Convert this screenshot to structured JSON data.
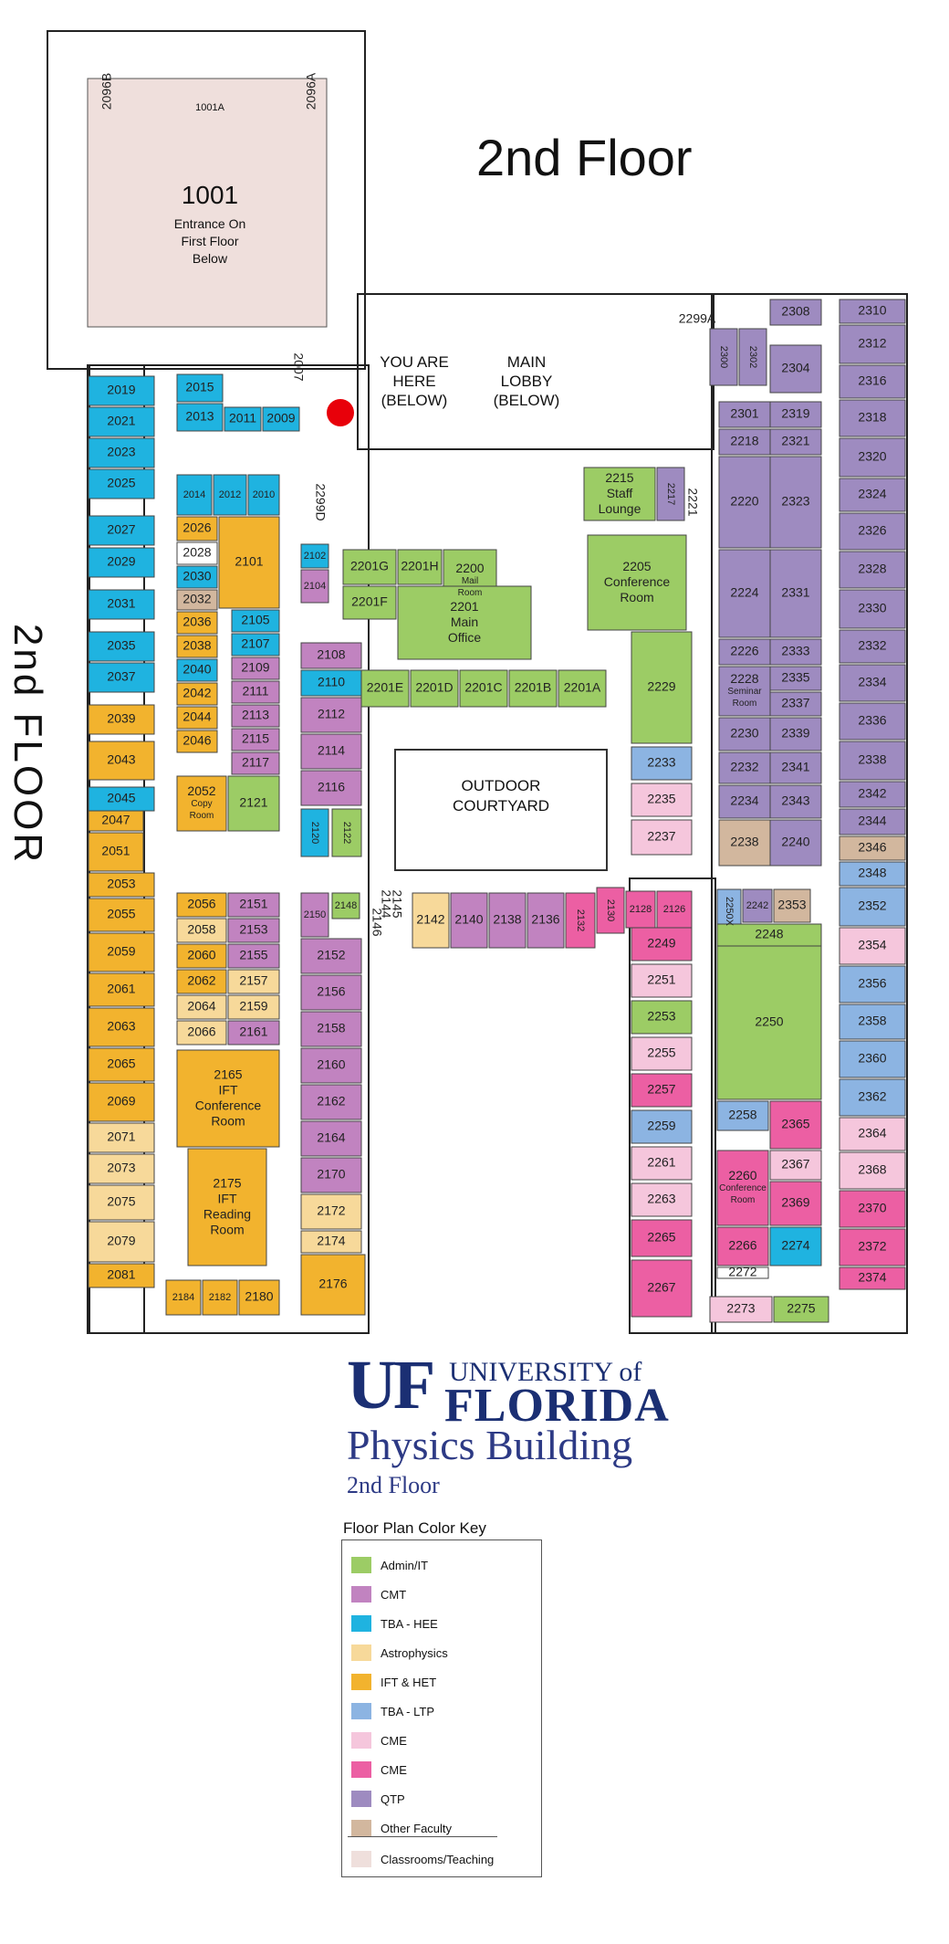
{
  "header": {
    "floor_title": "2nd Floor",
    "side_title": "2nd FLOOR"
  },
  "markers": {
    "you_are_here": "YOU ARE HERE (BELOW)",
    "main_lobby": "MAIN LOBBY (BELOW)"
  },
  "courtyard": {
    "label_line1": "OUTDOOR",
    "label_line2": "COURTYARD"
  },
  "big_room": {
    "number": "1001",
    "note": "Entrance On First Floor Below",
    "sub": "1001A"
  },
  "branding": {
    "uf": "UF",
    "university_of": "UNIVERSITY of",
    "florida": "FLORIDA",
    "building": "Physics Building",
    "floor": "2nd Floor"
  },
  "legend": {
    "title": "Floor Plan Color Key",
    "items": [
      {
        "label": "Admin/IT",
        "color": "#9ccc65"
      },
      {
        "label": "CMT",
        "color": "#c183c0"
      },
      {
        "label": "TBA - HEE",
        "color": "#1fb3e0"
      },
      {
        "label": "Astrophysics",
        "color": "#f7d99a"
      },
      {
        "label": "IFT & HET",
        "color": "#f2b32e"
      },
      {
        "label": "TBA - LTP",
        "color": "#8cb4e2"
      },
      {
        "label": "CME",
        "color": "#f5c6dc"
      },
      {
        "label": "CME",
        "color": "#ec5fa3"
      },
      {
        "label": "QTP",
        "color": "#9e8bc0"
      },
      {
        "label": "Other Faculty",
        "color": "#d2b79e"
      },
      {
        "label": "Classrooms/Teaching",
        "color": "#efdfdc"
      }
    ]
  },
  "rooms": [
    {
      "n": "2019",
      "c": 2
    },
    {
      "n": "2021",
      "c": 2
    },
    {
      "n": "2023",
      "c": 2
    },
    {
      "n": "2025",
      "c": 2
    },
    {
      "n": "2027",
      "c": 2
    },
    {
      "n": "2029",
      "c": 2
    },
    {
      "n": "2031",
      "c": 2
    },
    {
      "n": "2035",
      "c": 2
    },
    {
      "n": "2037",
      "c": 2
    },
    {
      "n": "2039",
      "c": 4
    },
    {
      "n": "2043",
      "c": 4
    },
    {
      "n": "2045",
      "c": 2
    },
    {
      "n": "2047",
      "c": 4
    },
    {
      "n": "2051",
      "c": 4
    },
    {
      "n": "2053",
      "c": 4
    },
    {
      "n": "2055",
      "c": 4
    },
    {
      "n": "2059",
      "c": 4
    },
    {
      "n": "2061",
      "c": 4
    },
    {
      "n": "2063",
      "c": 4
    },
    {
      "n": "2065",
      "c": 4
    },
    {
      "n": "2069",
      "c": 4
    },
    {
      "n": "2071",
      "c": 3
    },
    {
      "n": "2073",
      "c": 3
    },
    {
      "n": "2075",
      "c": 3
    },
    {
      "n": "2079",
      "c": 3
    },
    {
      "n": "2081",
      "c": 4
    },
    {
      "n": "2015",
      "c": 2
    },
    {
      "n": "2013",
      "c": 2
    },
    {
      "n": "2011",
      "c": 2
    },
    {
      "n": "2009",
      "c": 2
    },
    {
      "n": "2014",
      "c": 2
    },
    {
      "n": "2012",
      "c": 2
    },
    {
      "n": "2010",
      "c": 2
    },
    {
      "n": "2026",
      "c": 4
    },
    {
      "n": "2028",
      "c": -1
    },
    {
      "n": "2030",
      "c": 2
    },
    {
      "n": "2032",
      "c": 9
    },
    {
      "n": "2036",
      "c": 4
    },
    {
      "n": "2038",
      "c": 4
    },
    {
      "n": "2040",
      "c": 2
    },
    {
      "n": "2042",
      "c": 4
    },
    {
      "n": "2044",
      "c": 4
    },
    {
      "n": "2046",
      "c": 4
    },
    {
      "n": "2101",
      "c": 4
    },
    {
      "n": "2105",
      "c": 2
    },
    {
      "n": "2107",
      "c": 2
    },
    {
      "n": "2109",
      "c": 1
    },
    {
      "n": "2111",
      "c": 1
    },
    {
      "n": "2113",
      "c": 1
    },
    {
      "n": "2115",
      "c": 1
    },
    {
      "n": "2117",
      "c": 1
    },
    {
      "n": "2121",
      "c": 0
    },
    {
      "n": "2052 Copy Room",
      "c": 4
    },
    {
      "n": "2056",
      "c": 4
    },
    {
      "n": "2058",
      "c": 3
    },
    {
      "n": "2060",
      "c": 4
    },
    {
      "n": "2062",
      "c": 4
    },
    {
      "n": "2064",
      "c": 3
    },
    {
      "n": "2066",
      "c": 3
    },
    {
      "n": "2151",
      "c": 1
    },
    {
      "n": "2153",
      "c": 1
    },
    {
      "n": "2155",
      "c": 1
    },
    {
      "n": "2157",
      "c": 3
    },
    {
      "n": "2159",
      "c": 3
    },
    {
      "n": "2161",
      "c": 1
    },
    {
      "n": "2165 IFT Conference Room",
      "c": 4
    },
    {
      "n": "2175 IFT Reading Room",
      "c": 4
    },
    {
      "n": "2184",
      "c": 4
    },
    {
      "n": "2182",
      "c": 4
    },
    {
      "n": "2180",
      "c": 4
    },
    {
      "n": "2176",
      "c": 4
    },
    {
      "n": "2102",
      "c": 2
    },
    {
      "n": "2104",
      "c": 1
    },
    {
      "n": "2108",
      "c": 1
    },
    {
      "n": "2110",
      "c": 2
    },
    {
      "n": "2112",
      "c": 1
    },
    {
      "n": "2114",
      "c": 1
    },
    {
      "n": "2116",
      "c": 1
    },
    {
      "n": "2120",
      "c": 2
    },
    {
      "n": "2122",
      "c": 0
    },
    {
      "n": "2150",
      "c": 1
    },
    {
      "n": "2148",
      "c": 0
    },
    {
      "n": "2152",
      "c": 1
    },
    {
      "n": "2156",
      "c": 1
    },
    {
      "n": "2158",
      "c": 1
    },
    {
      "n": "2160",
      "c": 1
    },
    {
      "n": "2162",
      "c": 1
    },
    {
      "n": "2164",
      "c": 1
    },
    {
      "n": "2170",
      "c": 1
    },
    {
      "n": "2172",
      "c": 3
    },
    {
      "n": "2174",
      "c": 3
    },
    {
      "n": "2201G",
      "c": 0
    },
    {
      "n": "2201H",
      "c": 0
    },
    {
      "n": "2200 Mail Room",
      "c": 0
    },
    {
      "n": "2201F",
      "c": 0
    },
    {
      "n": "2201 Main Office",
      "c": 0
    },
    {
      "n": "2201E",
      "c": 0
    },
    {
      "n": "2201D",
      "c": 0
    },
    {
      "n": "2201C",
      "c": 0
    },
    {
      "n": "2201B",
      "c": 0
    },
    {
      "n": "2201A",
      "c": 0
    },
    {
      "n": "2215 Staff Lounge",
      "c": 0
    },
    {
      "n": "2217",
      "c": 8
    },
    {
      "n": "2205 Conference Room",
      "c": 0
    },
    {
      "n": "2229",
      "c": 0
    },
    {
      "n": "2233",
      "c": 5
    },
    {
      "n": "2235",
      "c": 6
    },
    {
      "n": "2237",
      "c": 6
    },
    {
      "n": "2142",
      "c": 3
    },
    {
      "n": "2140",
      "c": 1
    },
    {
      "n": "2138",
      "c": 1
    },
    {
      "n": "2136",
      "c": 1
    },
    {
      "n": "2132",
      "c": 7
    },
    {
      "n": "2130",
      "c": 7
    },
    {
      "n": "2128",
      "c": 7
    },
    {
      "n": "2126",
      "c": 7
    },
    {
      "n": "2249",
      "c": 7
    },
    {
      "n": "2251",
      "c": 6
    },
    {
      "n": "2253",
      "c": 0
    },
    {
      "n": "2255",
      "c": 6
    },
    {
      "n": "2257",
      "c": 7
    },
    {
      "n": "2259",
      "c": 5
    },
    {
      "n": "2261",
      "c": 6
    },
    {
      "n": "2263",
      "c": 6
    },
    {
      "n": "2265",
      "c": 7
    },
    {
      "n": "2267",
      "c": 7
    },
    {
      "n": "2250X",
      "c": 5
    },
    {
      "n": "2242",
      "c": 8
    },
    {
      "n": "2353",
      "c": 9
    },
    {
      "n": "2248",
      "c": 0
    },
    {
      "n": "2250",
      "c": 0
    },
    {
      "n": "2258",
      "c": 5
    },
    {
      "n": "2365",
      "c": 7
    },
    {
      "n": "2260 Conference Room",
      "c": 7
    },
    {
      "n": "2367",
      "c": 6
    },
    {
      "n": "2369",
      "c": 7
    },
    {
      "n": "2266",
      "c": 7
    },
    {
      "n": "2274",
      "c": 2
    },
    {
      "n": "2272",
      "c": -1
    },
    {
      "n": "2273",
      "c": 6
    },
    {
      "n": "2275",
      "c": 0
    },
    {
      "n": "2300",
      "c": 8
    },
    {
      "n": "2302",
      "c": 8
    },
    {
      "n": "2304",
      "c": 8
    },
    {
      "n": "2308",
      "c": 8
    },
    {
      "n": "2301",
      "c": 8
    },
    {
      "n": "2319",
      "c": 8
    },
    {
      "n": "2218",
      "c": 8
    },
    {
      "n": "2321",
      "c": 8
    },
    {
      "n": "2220",
      "c": 8
    },
    {
      "n": "2323",
      "c": 8
    },
    {
      "n": "2224",
      "c": 8
    },
    {
      "n": "2331",
      "c": 8
    },
    {
      "n": "2226",
      "c": 8
    },
    {
      "n": "2333",
      "c": 8
    },
    {
      "n": "2228 Seminar Room",
      "c": 8
    },
    {
      "n": "2335",
      "c": 8
    },
    {
      "n": "2337",
      "c": 8
    },
    {
      "n": "2230",
      "c": 8
    },
    {
      "n": "2339",
      "c": 8
    },
    {
      "n": "2232",
      "c": 8
    },
    {
      "n": "2341",
      "c": 8
    },
    {
      "n": "2234",
      "c": 8
    },
    {
      "n": "2343",
      "c": 8
    },
    {
      "n": "2238",
      "c": 9
    },
    {
      "n": "2240",
      "c": 8
    },
    {
      "n": "2310",
      "c": 8
    },
    {
      "n": "2312",
      "c": 8
    },
    {
      "n": "2316",
      "c": 8
    },
    {
      "n": "2318",
      "c": 8
    },
    {
      "n": "2320",
      "c": 8
    },
    {
      "n": "2324",
      "c": 8
    },
    {
      "n": "2326",
      "c": 8
    },
    {
      "n": "2328",
      "c": 8
    },
    {
      "n": "2330",
      "c": 8
    },
    {
      "n": "2332",
      "c": 8
    },
    {
      "n": "2334",
      "c": 8
    },
    {
      "n": "2336",
      "c": 8
    },
    {
      "n": "2338",
      "c": 8
    },
    {
      "n": "2342",
      "c": 8
    },
    {
      "n": "2344",
      "c": 8
    },
    {
      "n": "2346",
      "c": 9
    },
    {
      "n": "2348",
      "c": 5
    },
    {
      "n": "2352",
      "c": 5
    },
    {
      "n": "2354",
      "c": 6
    },
    {
      "n": "2356",
      "c": 5
    },
    {
      "n": "2358",
      "c": 5
    },
    {
      "n": "2360",
      "c": 5
    },
    {
      "n": "2362",
      "c": 5
    },
    {
      "n": "2364",
      "c": 6
    },
    {
      "n": "2368",
      "c": 6
    },
    {
      "n": "2370",
      "c": 7
    },
    {
      "n": "2372",
      "c": 7
    },
    {
      "n": "2374",
      "c": 7
    }
  ],
  "small_labels": [
    "2096B",
    "2096A",
    "2007",
    "2299A",
    "2299D",
    "2221",
    "2144",
    "2145",
    "2146"
  ]
}
